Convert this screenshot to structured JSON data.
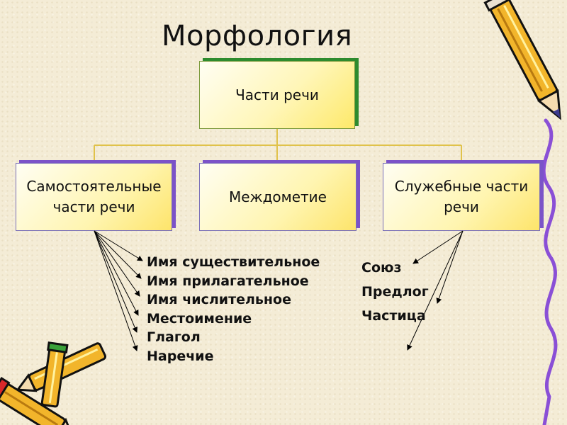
{
  "title": "Морфология",
  "root": {
    "label": "Части речи"
  },
  "categories": [
    {
      "label": "Самостоятельные части речи"
    },
    {
      "label": "Междометие"
    },
    {
      "label": "Служебные части речи"
    }
  ],
  "independent_parts": [
    "Имя существительное",
    "Имя прилагательное",
    "Имя числительное",
    "Местоимение",
    "Глагол",
    "Наречие"
  ],
  "function_parts": [
    "Союз",
    "Предлог",
    "Частица"
  ],
  "colors": {
    "connector": "#e0c24a",
    "root_shadow": "#2e8b2e",
    "child_shadow": "#7b53c8",
    "box_fill": "#fff5b0",
    "arrow": "#000000",
    "side_ribbon": "#8a4fd6"
  },
  "decorations": [
    "pencil-icon",
    "pencil-icon",
    "pencil-icon"
  ]
}
